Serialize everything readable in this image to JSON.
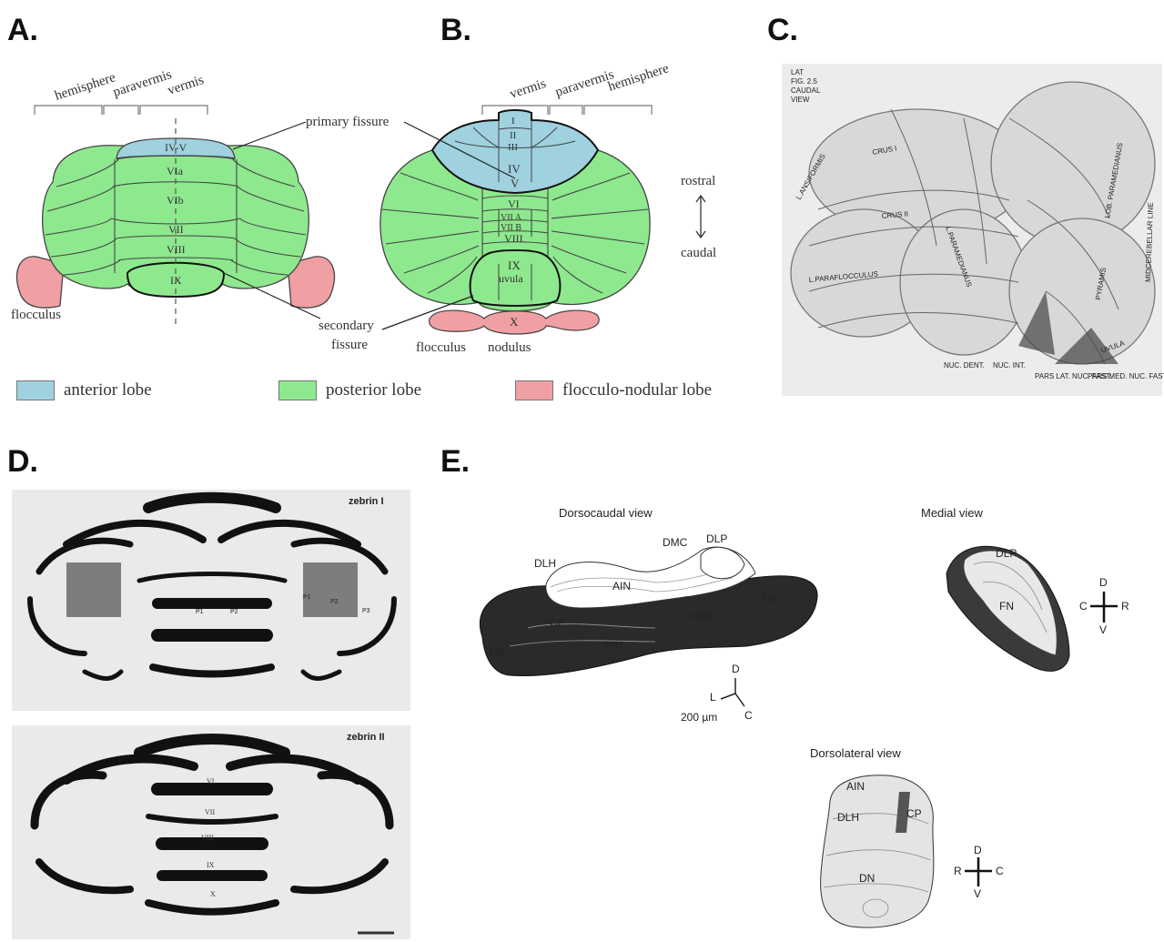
{
  "panels": {
    "a": "A.",
    "b": "B.",
    "c": "C.",
    "d": "D.",
    "e": "E."
  },
  "colors": {
    "anterior": "#9fd1df",
    "posterior": "#8ee88e",
    "flocculo": "#f0a0a4",
    "outline": "#444444"
  },
  "panel_a": {
    "top_labels": {
      "hemisphere": "hemisphere",
      "paravermis": "paravermis",
      "vermis": "vermis"
    },
    "lobules": {
      "iv_v": "IV-V",
      "via": "VIa",
      "vib": "VIb",
      "vii": "VII",
      "viii": "VIII",
      "ix": "IX"
    },
    "flocculus": "flocculus",
    "primary_fissure": "primary fissure",
    "secondary_fissure_1": "secondary",
    "secondary_fissure_2": "fissure"
  },
  "panel_b": {
    "top_labels": {
      "vermis": "vermis",
      "paravermis": "paravermis",
      "hemisphere": "hemisphere"
    },
    "lobules": {
      "i": "I",
      "ii": "II",
      "iii": "III",
      "iv": "IV",
      "v": "V",
      "vi": "VI",
      "viia": "VII A",
      "viib": "VII B",
      "viii": "VIII",
      "ix": "IX",
      "uvula": "uvula",
      "x": "X"
    },
    "rostral": "rostral",
    "caudal": "caudal",
    "flocculus": "flocculus",
    "nodulus": "nodulus"
  },
  "legend": {
    "anterior": "anterior lobe",
    "posterior": "posterior lobe",
    "flocculo": "flocculo-nodular lobe"
  },
  "panel_c": {
    "labels": {
      "lat": "LAT",
      "fig": "FIG. 2.5",
      "caudal": "CAUDAL",
      "view": "VIEW",
      "ansiformis": "L.ANSIFORMIS",
      "crus1": "CRUS I",
      "crus2": "CRUS II",
      "paraflocculus": "L.PARAFLOCCULUS",
      "paramedianus": "L.PARAMEDIANUS",
      "paramedianus2": "LOB. PARAMEDIANUS",
      "pyramis": "PYRAMIS",
      "midline": "MIDCEREBELLAR LINE",
      "nuc_dent": "NUC. DENT.",
      "nuc_int": "NUC. INT.",
      "lat_fast": "PARS LAT. NUC. FAST.",
      "med_fast": "PARS MED. NUC. FAST.",
      "uvula": "UVULA"
    }
  },
  "panel_d": {
    "top_label": "zebrin I",
    "bottom_label": "zebrin II",
    "top_marks": {
      "p1": "P1",
      "p2": "P2",
      "p1b": "P1",
      "p2b": "P2",
      "p3": "P3"
    },
    "bottom_marks": {
      "vi": "VI",
      "vii": "VII",
      "viii": "VIII",
      "ix": "IX",
      "x": "X"
    }
  },
  "panel_e": {
    "dorsocaudal": {
      "title": "Dorsocaudal view",
      "dlh": "DLH",
      "dmc": "DMC",
      "dlp": "DLP",
      "ain": "AIN",
      "cp": "CP",
      "icg": "ICG",
      "fn": "FN",
      "dn": "DN",
      "pin": "PIN"
    },
    "axes": {
      "d": "D",
      "l": "L",
      "c": "C",
      "scale": "200 µm"
    },
    "medial": {
      "title": "Medial view",
      "dlp": "DLP",
      "fn": "FN",
      "d": "D",
      "c": "C",
      "r": "R",
      "v": "V"
    },
    "dorsolateral": {
      "title": "Dorsolateral view",
      "ain": "AIN",
      "dlh": "DLH",
      "cp": "CP",
      "dn": "DN",
      "d": "D",
      "r": "R",
      "c": "C",
      "v": "V"
    }
  }
}
